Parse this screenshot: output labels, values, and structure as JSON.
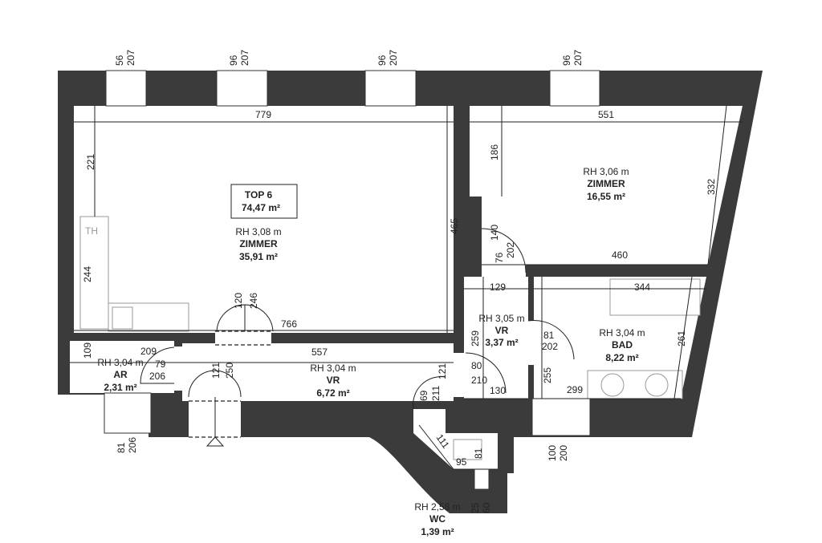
{
  "unit_title": "TOP 6",
  "unit_area": "74,47 m²",
  "rooms": {
    "zimmer_main": {
      "height": "RH 3,08 m",
      "name": "ZIMMER",
      "area": "35,91 m²"
    },
    "zimmer_right": {
      "height": "RH 3,06 m",
      "name": "ZIMMER",
      "area": "16,55 m²"
    },
    "vr_small": {
      "height": "RH 3,05 m",
      "name": "VR",
      "area": "3,37 m²"
    },
    "bad": {
      "height": "RH 3,04 m",
      "name": "BAD",
      "area": "8,22 m²"
    },
    "ar": {
      "height": "RH 3,04 m",
      "name": "AR",
      "area": "2,31 m²"
    },
    "vr": {
      "height": "RH 3,04 m",
      "name": "VR",
      "area": "6,72 m²"
    },
    "wc": {
      "height": "RH 2,58 m",
      "name": "WC",
      "area": "1,39 m²"
    }
  },
  "windows": [
    {
      "w": "56",
      "h": "207"
    },
    {
      "w": "96",
      "h": "207"
    },
    {
      "w": "96",
      "h": "207"
    },
    {
      "w": "96",
      "h": "207"
    },
    {
      "w": "81",
      "h": "206"
    },
    {
      "w": "100",
      "h": "200"
    },
    {
      "w": "25",
      "h": "60"
    }
  ],
  "dims": [
    "779",
    "551",
    "221",
    "465",
    "186",
    "332",
    "140",
    "202",
    "76",
    "460",
    "129",
    "344",
    "244",
    "120",
    "246",
    "766",
    "109",
    "209",
    "79",
    "206",
    "557",
    "121",
    "250",
    "259",
    "81",
    "202",
    "261",
    "80",
    "210",
    "130",
    "255",
    "299",
    "121",
    "211",
    "69",
    "111",
    "95",
    "81"
  ],
  "fixtures": {
    "oven": "TH"
  }
}
